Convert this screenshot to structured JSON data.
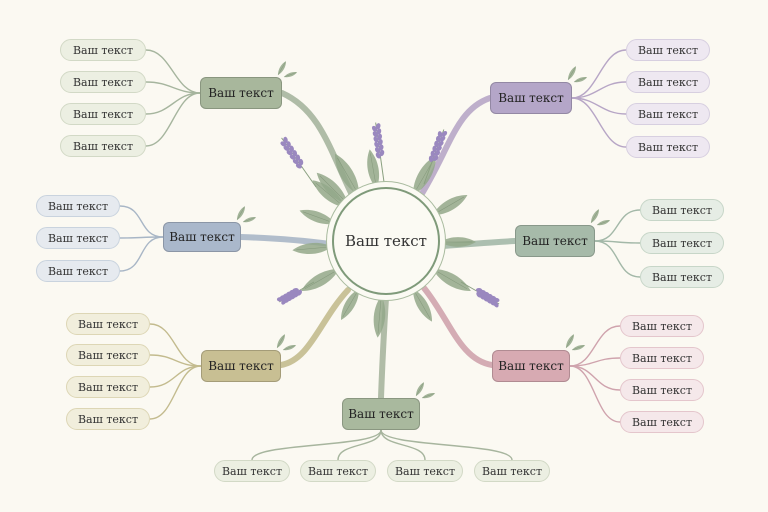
{
  "center": {
    "label": "Ваш текст"
  },
  "colors": {
    "stroke": {
      "green": "#a6b59e",
      "purple": "#b7a6c6",
      "blue": "#a8b6c6",
      "teal": "#a3b8a8",
      "olive": "#c3bb8e",
      "rose": "#cfa3ad",
      "sage": "#a7b59e"
    },
    "branch_fill": {
      "green": "#a8b79c",
      "purple": "#b4a6c8",
      "blue": "#aab8cb",
      "teal": "#a6baa9",
      "olive": "#c8bf93",
      "rose": "#d7aab2",
      "sage": "#a9b99e"
    },
    "leaf_fill": {
      "green": "#ecefe2",
      "purple": "#eee8f1",
      "blue": "#e6eaef",
      "teal": "#e6ede5",
      "olive": "#f1eedc",
      "rose": "#f5e8ea",
      "sage": "#ecefe2"
    },
    "leaf_border": {
      "green": "#d2d9c6",
      "purple": "#d7cfe0",
      "blue": "#c9d3de",
      "teal": "#c7d6c8",
      "olive": "#ddd6b5",
      "rose": "#e4c6cc",
      "sage": "#d2d9c6"
    },
    "lavender": "#9a88bf",
    "foliage": "#93a88a"
  },
  "branches": [
    {
      "id": "top-left",
      "label": "Ваш текст",
      "color": "green",
      "leaves": [
        "Ваш текст",
        "Ваш текст",
        "Ваш текст",
        "Ваш текст"
      ]
    },
    {
      "id": "top-right",
      "label": "Ваш текст",
      "color": "purple",
      "leaves": [
        "Ваш текст",
        "Ваш текст",
        "Ваш текст",
        "Ваш текст"
      ]
    },
    {
      "id": "mid-left",
      "label": "Ваш текст",
      "color": "blue",
      "leaves": [
        "Ваш текст",
        "Ваш текст",
        "Ваш текст"
      ]
    },
    {
      "id": "mid-right",
      "label": "Ваш текст",
      "color": "teal",
      "leaves": [
        "Ваш текст",
        "Ваш текст",
        "Ваш текст"
      ]
    },
    {
      "id": "bottom-left",
      "label": "Ваш текст",
      "color": "olive",
      "leaves": [
        "Ваш текст",
        "Ваш текст",
        "Ваш текст",
        "Ваш текст"
      ]
    },
    {
      "id": "bottom-right",
      "label": "Ваш текст",
      "color": "rose",
      "leaves": [
        "Ваш текст",
        "Ваш текст",
        "Ваш текст",
        "Ваш текст"
      ]
    },
    {
      "id": "bottom",
      "label": "Ваш текст",
      "color": "sage",
      "leaves": [
        "Ваш текст",
        "Ваш текст",
        "Ваш текст",
        "Ваш текст"
      ]
    }
  ]
}
